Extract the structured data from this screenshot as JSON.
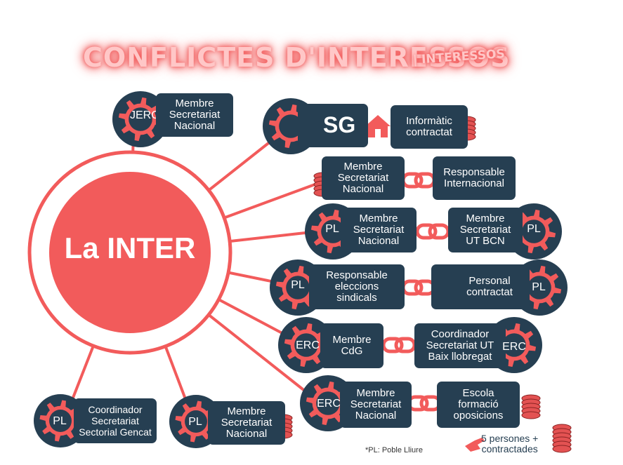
{
  "title": "CONFLICTES D'INTERESSOS",
  "subtitle": "| INTERESSOS",
  "center_label": "La INTER",
  "colors": {
    "accent": "#f25b5b",
    "box": "#263f52",
    "coin": "#e35252"
  },
  "nodes": {
    "jerc": {
      "gear": "JERC",
      "box": "Membre\nSecretariat\nNacional"
    },
    "sg": {
      "label": "SG",
      "box": "Informàtic\ncontractat"
    },
    "n3": {
      "box_left": "Membre\nSecretariat\nNacional",
      "box_right": "Responsable\nInternacional"
    },
    "n4": {
      "gear_left": "PL",
      "box_left": "Membre\nSecretariat\nNacional",
      "box_right": "Membre\nSecretariat\nUT BCN",
      "gear_right": "PL"
    },
    "n5": {
      "gear_left": "PL",
      "box_left": "Responsable\neleccions\nsindicals",
      "box_right": "Personal\ncontractat",
      "gear_right": "PL"
    },
    "n6": {
      "gear_left": "ERC",
      "box_left": "Membre\nCdG",
      "box_right": "Coordinador\nSecretariat UT\nBaix llobregat",
      "gear_right": "ERC"
    },
    "n7": {
      "gear_left": "ERC",
      "box_left": "Membre\nSecretariat\nNacional",
      "box_right": "Escola\nformació\noposicions"
    },
    "bl1": {
      "gear": "PL",
      "box": "Coordinador\nSecretariat\nSectorial Gencat"
    },
    "bl2": {
      "gear": "PL",
      "box": "Membre\nSecretariat\nNacional"
    }
  },
  "footnote": "*PL: Poble Lliure",
  "legend": "5 persones +\ncontractades"
}
